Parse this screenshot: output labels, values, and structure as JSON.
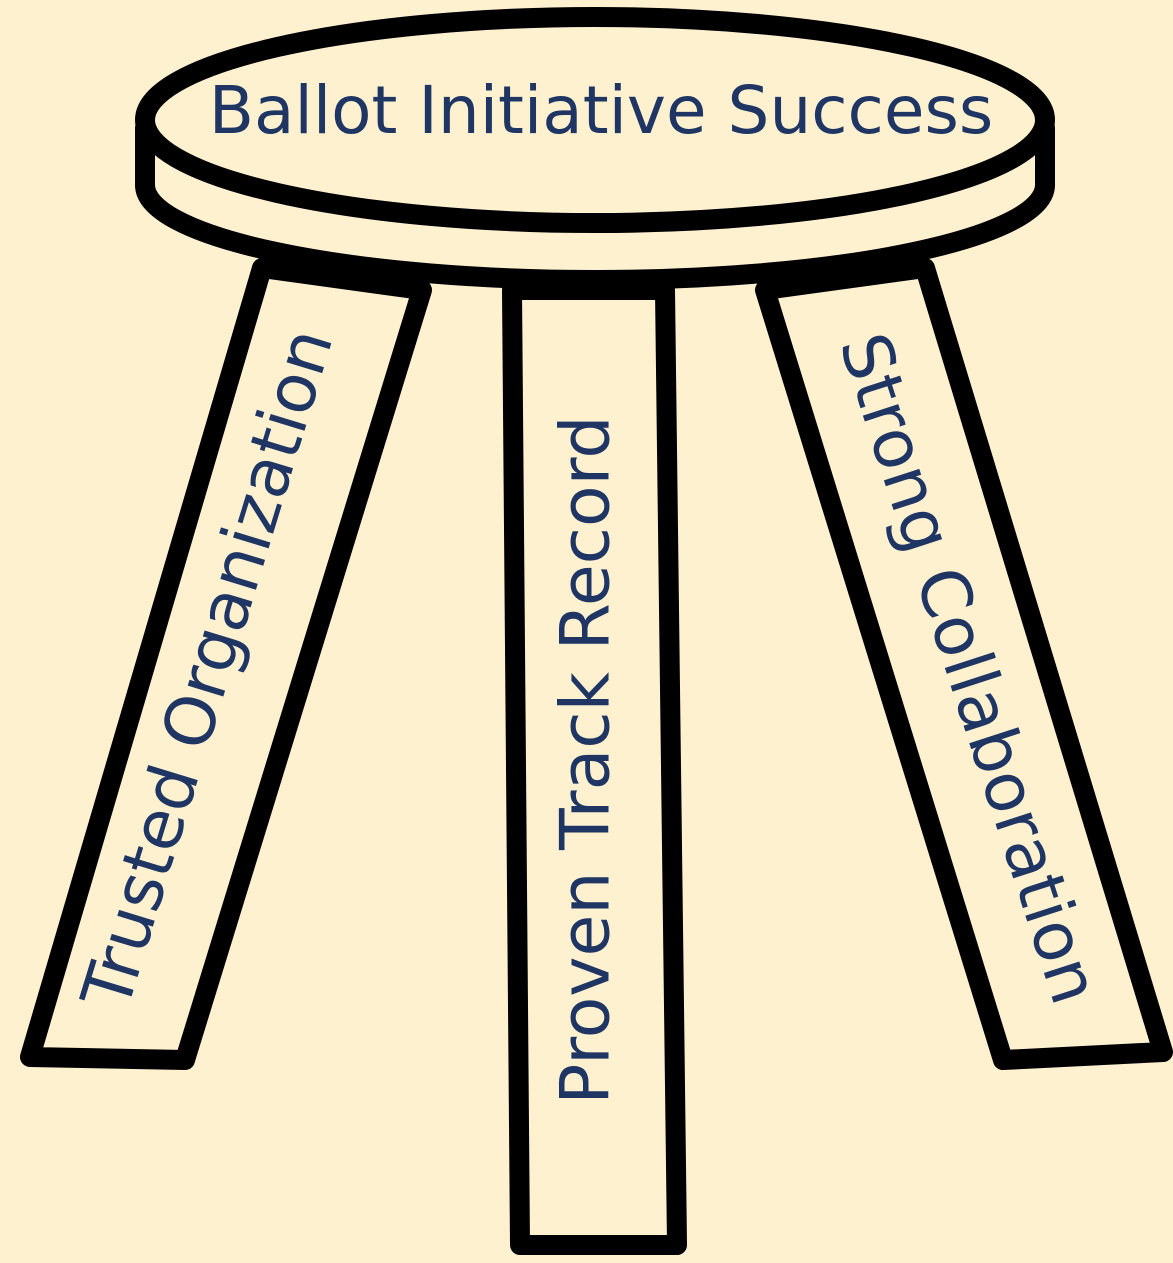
{
  "diagram": {
    "seat_label": "Ballot Initiative Success",
    "legs": [
      {
        "label": "Trusted Organization"
      },
      {
        "label": "Proven Track Record"
      },
      {
        "label": "Strong Collaboration"
      }
    ]
  },
  "colors": {
    "background": "#fef1d0",
    "outline": "#000000",
    "text": "#1f3563"
  }
}
